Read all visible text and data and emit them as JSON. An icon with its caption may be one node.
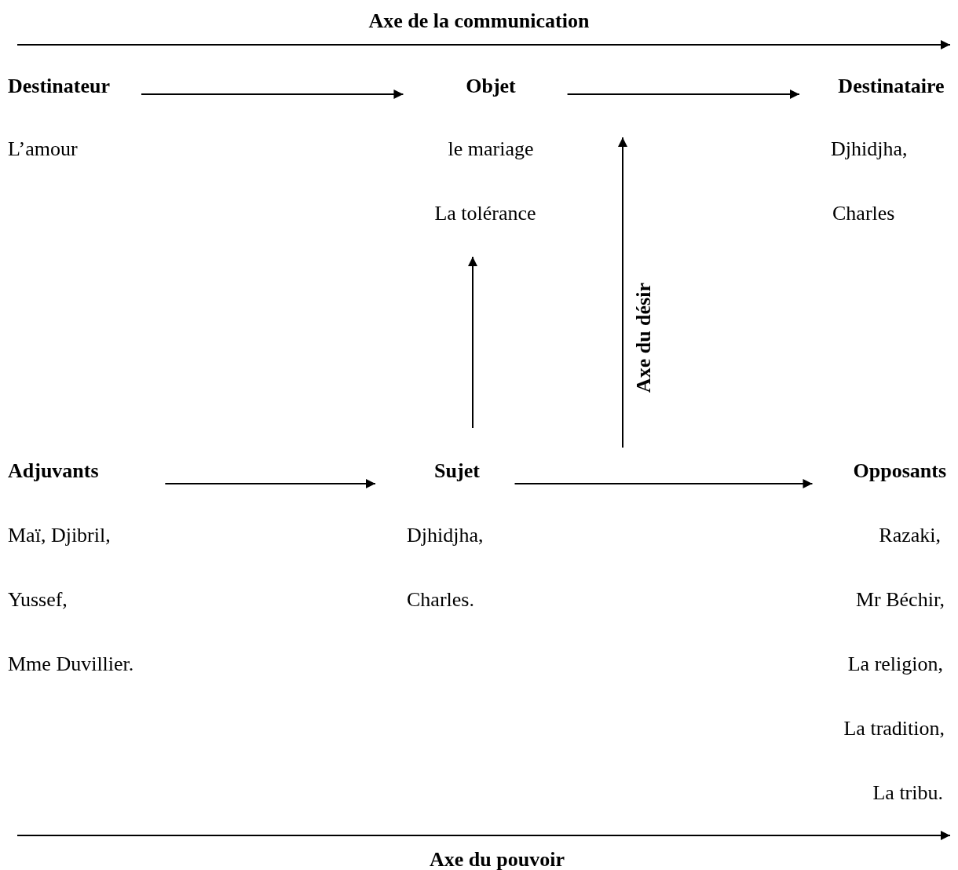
{
  "diagram": {
    "nodes": [
      {
        "text": [
          "Destinateur",
          "L’amour"
        ]
      },
      {
        "text": [
          "Objet",
          "le mariage",
          "La tolérance"
        ]
      },
      {
        "text": [
          "Destinataire",
          "Djhidjha,",
          "Charles"
        ]
      },
      {
        "text": [
          "Adjuvants",
          "Maï, Djibril,",
          "Yussef,",
          "Mme Duvillier."
        ]
      },
      {
        "text": [
          "Sujet",
          "Djhidjha,",
          "Charles."
        ]
      },
      {
        "text": [
          "Opposants",
          "Razaki,",
          "Mr Béchir,",
          "La religion,",
          "La tradition,",
          "La tribu."
        ]
      }
    ],
    "edges": [
      {
        "from": 0,
        "to": 1,
        "arrow": "to"
      },
      {
        "from": 1,
        "to": 2,
        "arrow": "to"
      },
      {
        "from": 3,
        "to": 4,
        "arrow": "to"
      },
      {
        "from": 4,
        "to": 5,
        "arrow": "to"
      },
      {
        "from": 4,
        "to": 1,
        "arrow": "to"
      }
    ],
    "labels": [
      "Axe de la communication",
      "Axe du désir",
      "Axe du pouvoir"
    ]
  }
}
